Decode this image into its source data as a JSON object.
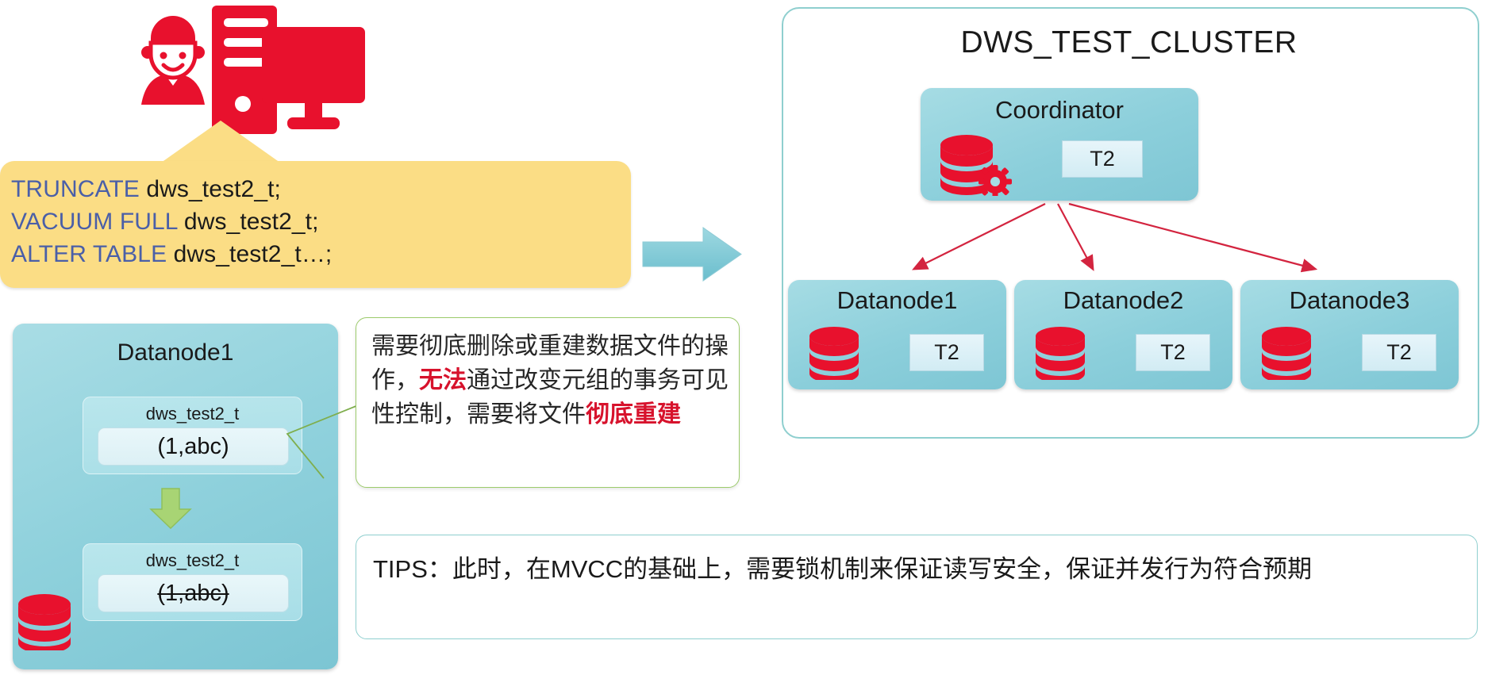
{
  "diagram": {
    "user_icon_name": "user-with-computer-icon",
    "sql_callout": {
      "lines": [
        {
          "keyword": "TRUNCATE",
          "identifier": " dws_test2_t;"
        },
        {
          "keyword": "VACUUM FULL",
          "identifier": " dws_test2_t;"
        },
        {
          "keyword": "ALTER TABLE",
          "identifier": " dws_test2_t…;"
        }
      ]
    },
    "flow_arrow_label": "flow-arrow-right",
    "cluster": {
      "title": "DWS_TEST_CLUSTER",
      "coordinator": {
        "title": "Coordinator",
        "tag": "T2"
      },
      "datanodes": [
        {
          "title": "Datanode1",
          "tag": "T2"
        },
        {
          "title": "Datanode2",
          "tag": "T2"
        },
        {
          "title": "Datanode3",
          "tag": "T2"
        }
      ]
    },
    "datanode_detail": {
      "title": "Datanode1",
      "table_before": {
        "name": "dws_test2_t",
        "row": "(1,abc)"
      },
      "table_after": {
        "name": "dws_test2_t",
        "row": "(1,abc)"
      }
    },
    "note": {
      "part1": "需要彻底删除或重建数据文件的操作，",
      "highlight1": "无法",
      "part2": "通过改变元组的事务可见性控制，需要将文件",
      "highlight2": "彻底重建"
    },
    "tips": {
      "text": "TIPS：此时，在MVCC的基础上，需要锁机制来保证读写安全，保证并发行为符合预期"
    }
  },
  "colors": {
    "red": "#e8112d",
    "teal": "#7ec6d4",
    "yellow": "#fbdd85",
    "keyword_blue": "#4a5fa8",
    "note_green": "#9ccb6b",
    "arrow_red": "#d3243f",
    "highlight_red": "#d7122c"
  }
}
